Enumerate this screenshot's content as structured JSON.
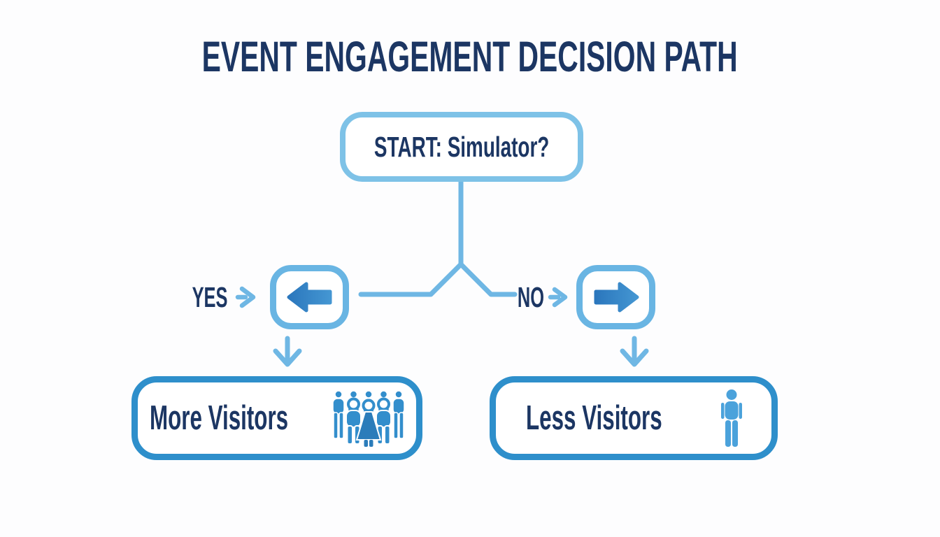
{
  "title": "EVENT ENGAGEMENT DECISION PATH",
  "flow": {
    "start": {
      "label": "START: Simulator?"
    },
    "branches": [
      {
        "condition": "YES",
        "direction": "left",
        "result": "More Visitors",
        "icon": "group-visitors-icon"
      },
      {
        "condition": "NO",
        "direction": "right",
        "result": "Less Visitors",
        "icon": "single-visitor-icon"
      }
    ]
  },
  "colors": {
    "background": "#FDFDFE",
    "navy_text": "#1C3663",
    "line_blue": "#6FB7E4",
    "start_border": "#7EC2E7",
    "arrow_box_border": "#69B5E3",
    "result_border": "#2E8FCB",
    "arrow_dark": "#2B77BD",
    "arrow_light": "#4496D2",
    "icon_blue": "#338ECC",
    "icon_blue_dark": "#2B7CBA",
    "person_blue": "#4BA2DB"
  }
}
